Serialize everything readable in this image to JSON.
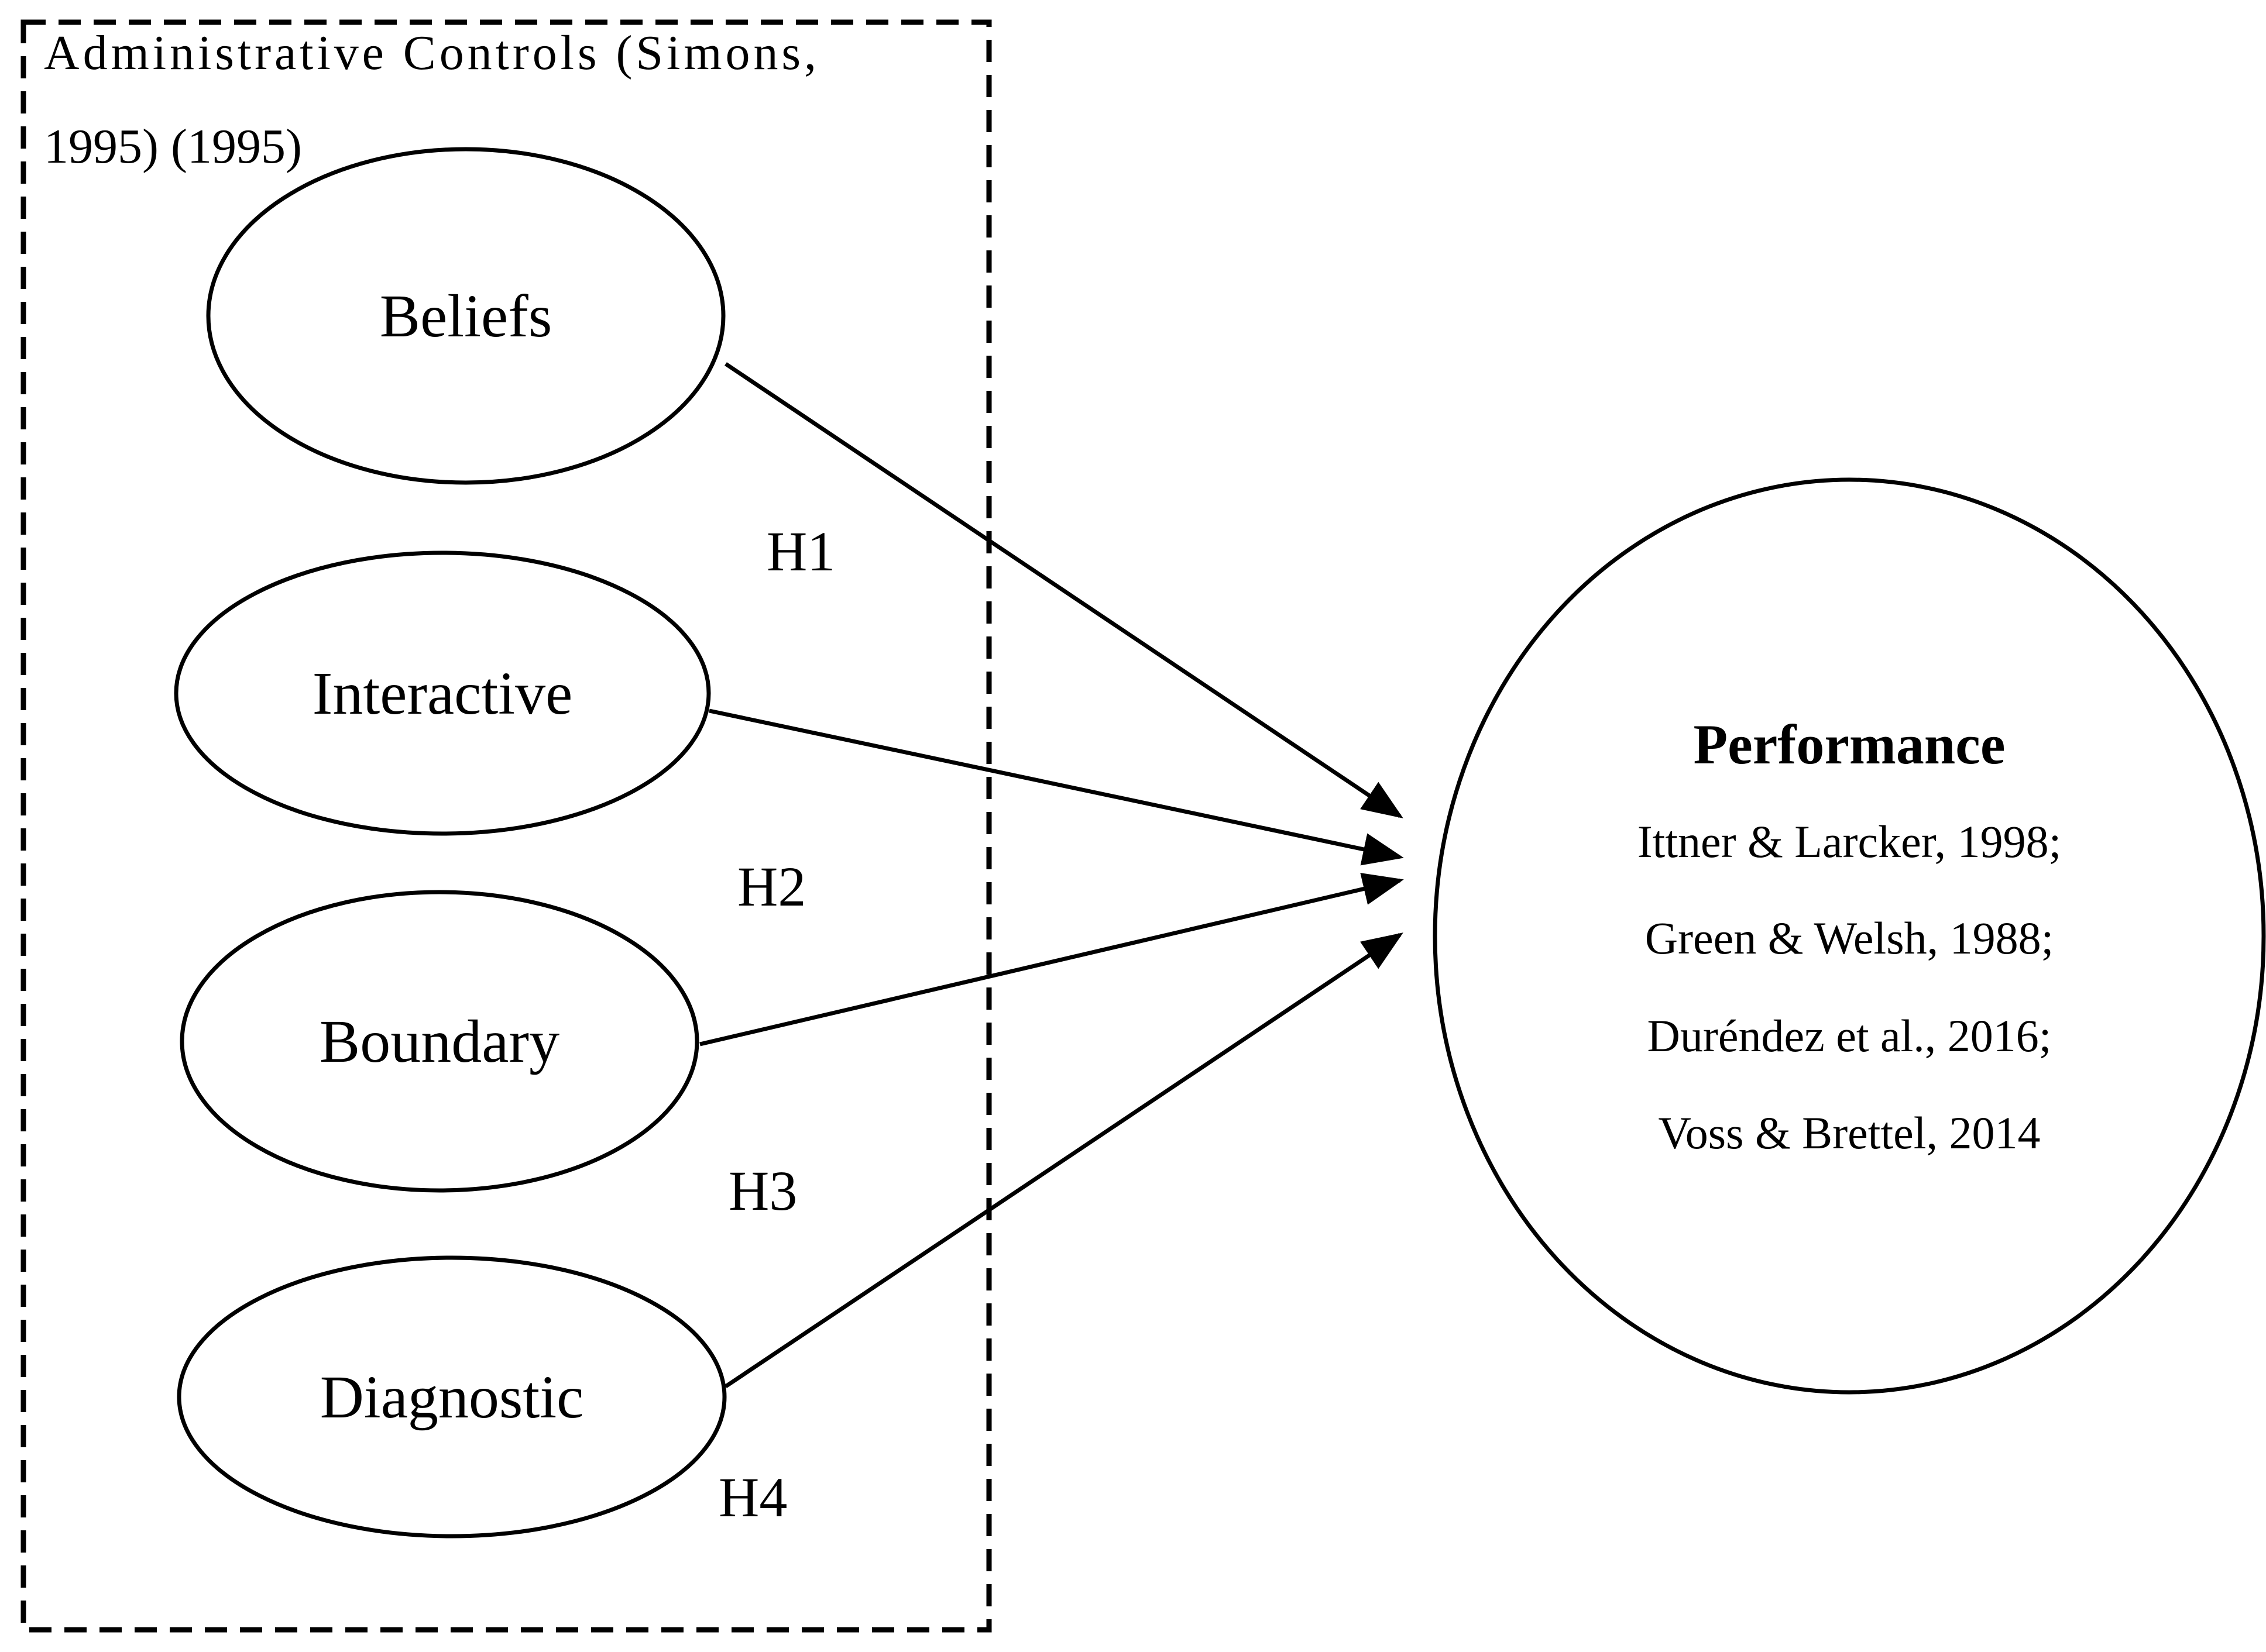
{
  "group": {
    "title_line1": "Administrative Controls (Simons,",
    "title_line2": "1995) (1995)"
  },
  "constructs": [
    {
      "label": "Beliefs",
      "hypothesis": "H1"
    },
    {
      "label": "Interactive",
      "hypothesis": "H2"
    },
    {
      "label": "Boundary",
      "hypothesis": "H3"
    },
    {
      "label": "Diagnostic",
      "hypothesis": "H4"
    }
  ],
  "outcome": {
    "title": "Performance",
    "references": [
      "Ittner & Larcker, 1998;",
      "Green & Welsh, 1988;",
      "Duréndez et al., 2016;",
      "Voss & Brettel, 2014"
    ]
  },
  "colors": {
    "stroke": "#000000",
    "background": "#ffffff"
  }
}
